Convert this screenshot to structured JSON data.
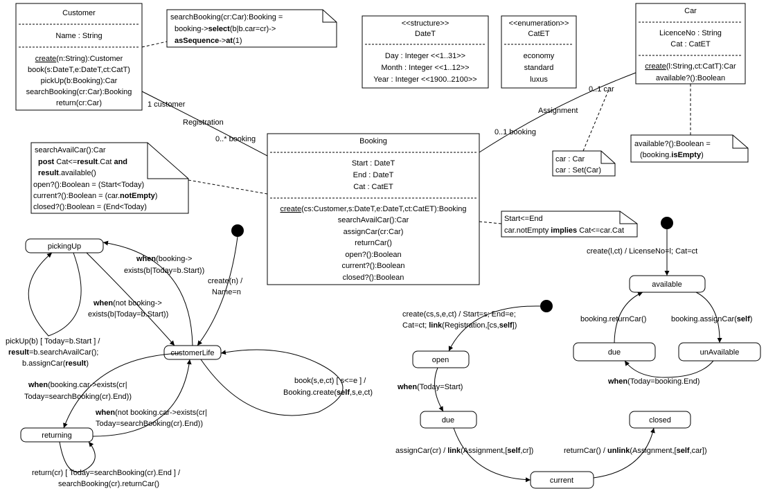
{
  "classes": {
    "customer": {
      "name": "Customer",
      "attrs": [
        "Name : String"
      ],
      "ops": {
        "create": "create",
        "create_rest": "(n:String):Customer",
        "list": [
          "book(s:DateT,e:DateT,ct:CatT)",
          "pickUp(b:Booking):Car",
          "searchBooking(cr:Car):Booking",
          "return(cr:Car)"
        ]
      }
    },
    "datet": {
      "stereotype": "<<structure>>",
      "name": "DateT",
      "attrs": [
        "Day : Integer <<1..31>>",
        "Month : Integer <<1..12>>",
        "Year : Integer <<1900..2100>>"
      ]
    },
    "catet": {
      "stereotype": "<<enumeration>>",
      "name": "CatET",
      "literals": [
        "economy",
        "standard",
        "luxus"
      ]
    },
    "car": {
      "name": "Car",
      "attrs": [
        "LicenceNo : String",
        "Cat : CatET"
      ],
      "ops": {
        "create": "create",
        "create_rest": "(l:String,ct:CatT):Car",
        "list": [
          "available?():Boolean"
        ]
      }
    },
    "booking": {
      "name": "Booking",
      "attrs": [
        "Start : DateT",
        "End : DateT",
        "Cat : CatET"
      ],
      "ops": {
        "create": "create",
        "create_rest": "(cs:Customer,s:DateT,e:DateT,ct:CatET):Booking",
        "list": [
          "searchAvailCar():Car",
          "assignCar(cr:Car)",
          "returnCar()",
          "open?():Boolean",
          "current?():Boolean",
          "closed?():Boolean"
        ]
      }
    }
  },
  "notes": {
    "search_booking": {
      "l1": "searchBooking(cr:Car):Booking =",
      "l2a": "booking->",
      "l2b": "select",
      "l2c": "(b|b.car=cr)->",
      "l3a": "asSequence",
      "l3b": "->",
      "l3c": "at",
      "l3d": "(1)"
    },
    "car_types": {
      "l1": "car : Car",
      "l2": "car : Set(Car)"
    },
    "car_available": {
      "l1": "available?():Boolean =",
      "l2a": "(booking.",
      "l2b": "isEmpty",
      "l2c": ")"
    },
    "booking_ops": {
      "l1": "searchAvailCar():Car",
      "l2a": "post",
      "l2b": " Cat<=",
      "l2c": "result",
      "l2d": ".Cat ",
      "l2e": "and",
      "l3a": "result",
      "l3b": ".available()",
      "l4": "open?():Boolean = (Start<Today)",
      "l5a": "current?():Boolean = (car.",
      "l5b": "notEmpty",
      "l5c": ")",
      "l6": "closed?():Boolean = (End<Today)"
    },
    "booking_constraint": {
      "l1": "Start<=End",
      "l2a": "car.notEmpty ",
      "l2b": "implies",
      "l2c": " Cat<=car.Cat"
    }
  },
  "associations": {
    "registration": {
      "name": "Registration",
      "role_customer": "1 customer",
      "role_booking": "0..* booking"
    },
    "assignment": {
      "name": "Assignment",
      "role_car": "0..1 car",
      "role_booking": "0..1 booking"
    }
  },
  "customer_sm": {
    "states": {
      "picking_up": "pickingUp",
      "customer_life": "customerLife",
      "returning": "returning"
    },
    "create": {
      "l1": "create(n) /",
      "l2": "Name=n"
    },
    "when_booking": {
      "kw": "when",
      "a": "(booking->",
      "b": "exists(b|Today=b.Start))"
    },
    "when_not_booking": {
      "kw": "when",
      "a": "(not booking->",
      "b": "exists(b|Today=b.Start))"
    },
    "pickup": {
      "l1": "pickUp(b) [ Today=b.Start ] /",
      "l2a": "result",
      "l2b": "=b.searchAvailCar();",
      "l3a": "b.assignCar(",
      "l3b": "result",
      "l3c": ")"
    },
    "book": {
      "l1": "book(s,e,ct) [ s<=e ] /",
      "l2a": "Booking.create(",
      "l2b": "self",
      "l2c": ",s,e,ct)"
    },
    "when_car": {
      "kw": "when",
      "a": "(booking.car->exists(cr|",
      "b": "Today=searchBooking(cr).End))"
    },
    "when_not_car": {
      "kw": "when",
      "a": "(not booking.car->exists(cr|",
      "b": "Today=searchBooking(cr).End))"
    },
    "return": {
      "l1": "return(cr)  [ Today=searchBooking(cr).End ] /",
      "l2": "searchBooking(cr).returnCar()"
    }
  },
  "booking_sm": {
    "states": {
      "open": "open",
      "due": "due",
      "current": "current",
      "closed": "closed"
    },
    "create": {
      "l1": "create(cs,s,e,ct) / Start=s; End=e;",
      "l2a": "Cat=ct; ",
      "l2b": "link",
      "l2c": "(Registration,[cs,",
      "l2d": "self",
      "l2e": "])"
    },
    "when_today": {
      "kw": "when",
      "rest": "(Today=Start)"
    },
    "assign": {
      "a": "assignCar(cr) / ",
      "b": "link",
      "c": "(Assignment,[",
      "d": "self",
      "e": ",cr])"
    },
    "return": {
      "a": "returnCar() / ",
      "b": "unlink",
      "c": "(Assignment,[",
      "d": "self",
      "e": ",car])"
    }
  },
  "car_sm": {
    "states": {
      "available": "available",
      "due": "due",
      "unavailable": "unAvailable"
    },
    "create": "create(l,ct) / LicenseNo=l; Cat=ct",
    "return": "booking.returnCar()",
    "assign": {
      "a": "booking.assignCar(",
      "b": "self",
      "c": ")"
    },
    "when_today": {
      "kw": "when",
      "rest": "(Today=booking.End)"
    }
  }
}
